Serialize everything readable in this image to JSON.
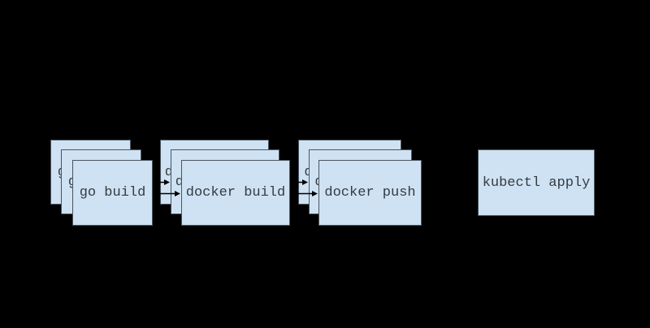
{
  "diagram": {
    "type": "pipeline-flow-diagram",
    "colors": {
      "background": "#000000",
      "box_fill": "#cfe2f3",
      "box_border": "#4a545e",
      "text_color": "#343b42",
      "arrow_color": "#000000"
    },
    "stages": [
      {
        "label": "go build",
        "stacked": true
      },
      {
        "label": "docker build",
        "stacked": true
      },
      {
        "label": "docker push",
        "stacked": true
      },
      {
        "label": "kubectl apply",
        "stacked": false
      }
    ],
    "connections": [
      {
        "from": "go build",
        "to": "docker build"
      },
      {
        "from": "docker build",
        "to": "docker push"
      }
    ]
  }
}
